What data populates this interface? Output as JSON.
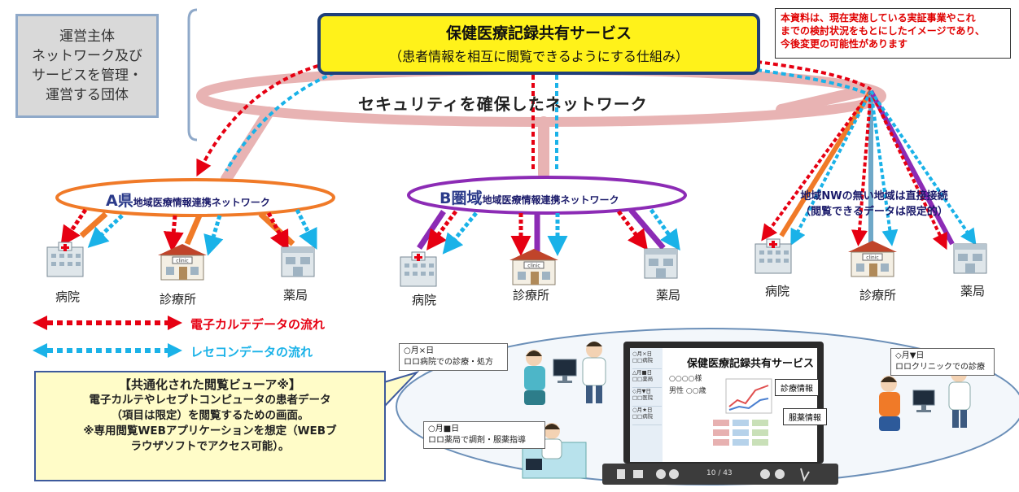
{
  "org_box": {
    "lines": [
      "運営主体",
      "ネットワーク及び",
      "サービスを管理・",
      "運営する団体"
    ]
  },
  "top_service": {
    "title": "保健医療記録共有サービス",
    "subtitle": "（患者情報を相互に閲覧できるようにする仕組み）"
  },
  "disclaimer": "本資料は、現在実施している実証事業やこれ\nまでの検討状況をもとにしたイメージであり、\n今後変更の可能性があります",
  "network_label": "セキュリティを確保したネットワーク",
  "clouds": {
    "a": {
      "prefix": "A県",
      "name": "地域医療情報連携ネットワーク"
    },
    "b": {
      "prefix": "B圏域",
      "name": "地域医療情報連携ネットワーク"
    },
    "direct": {
      "line1": "地域NWの無い地域は直接接続",
      "line2": "（閲覧できるデータは限定的）"
    }
  },
  "facilities": {
    "a": [
      "病院",
      "診療所",
      "薬局"
    ],
    "b": [
      "病院",
      "診療所",
      "薬局"
    ],
    "c": [
      "病院",
      "診療所",
      "薬局"
    ]
  },
  "icon_texts": {
    "clinic": "clinic"
  },
  "legend": {
    "emr": {
      "label": "電子カルテデータの流れ",
      "color": "#e60012"
    },
    "receipt": {
      "label": "レセコンデータの流れ",
      "color": "#1ab2e8"
    }
  },
  "callout": {
    "title": "【共通化された閲覧ビューア※】",
    "lines": [
      "電子カルテやレセプトコンピュータの患者データ",
      "（項目は限定）を閲覧するための画面。",
      "※専用閲覧WEBアプリケーションを想定（WEBブ",
      "ラウザソフトでアクセス可能）。"
    ]
  },
  "scene": {
    "card_hospital": {
      "date": "○月×日",
      "text": "ロロ病院での診療・処方"
    },
    "card_pharmacy": {
      "date": "○月■日",
      "text": "ロロ薬局で調剤・服薬指導"
    },
    "card_clinic": {
      "date": "◇月▼日",
      "text": "ロロクリニックでの診療"
    },
    "monitor_title": "保健医療記録共有サービス",
    "patient_name": "○○○○様",
    "patient_sex": "男性 ○○歳",
    "tag_clinical": "診療情報",
    "tag_medication": "服薬情報",
    "sidebar_items": [
      "○月×日\n□□病院",
      "△月■日\n□□薬局",
      "◇月▼日\n□□医院",
      "○月★日\n□□病院",
      ""
    ],
    "pager": "10 / 43"
  },
  "colors": {
    "emr": "#e60012",
    "receipt": "#1ab2e8",
    "network_ring": "#e8b3b3",
    "cloud_a": "#f07a28",
    "cloud_b": "#8c2bb5",
    "top_box_fill": "#fff21a"
  }
}
